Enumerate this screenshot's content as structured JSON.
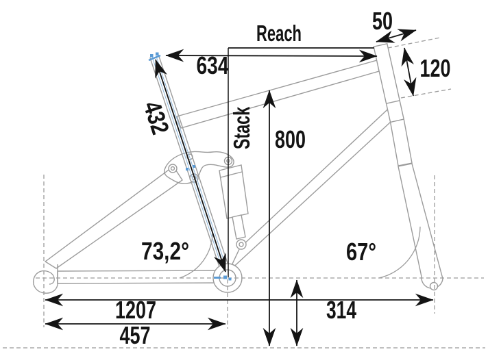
{
  "labels": {
    "reach": "Reach",
    "stack": "Stack"
  },
  "measurements": {
    "effective_top_tube": "634",
    "seat_tube_length": "432",
    "standover_height": "800",
    "stem_length": "50",
    "head_tube_length": "120",
    "seat_tube_angle": "73,2°",
    "head_tube_angle": "67°",
    "wheelbase": "1207",
    "chainstay": "457",
    "bb_height": "314"
  },
  "colors": {
    "dimension_lines": "#141414",
    "frame_outline": "#9b9b9b",
    "highlight_blue": "#5b9bd5",
    "background": "#ffffff"
  }
}
